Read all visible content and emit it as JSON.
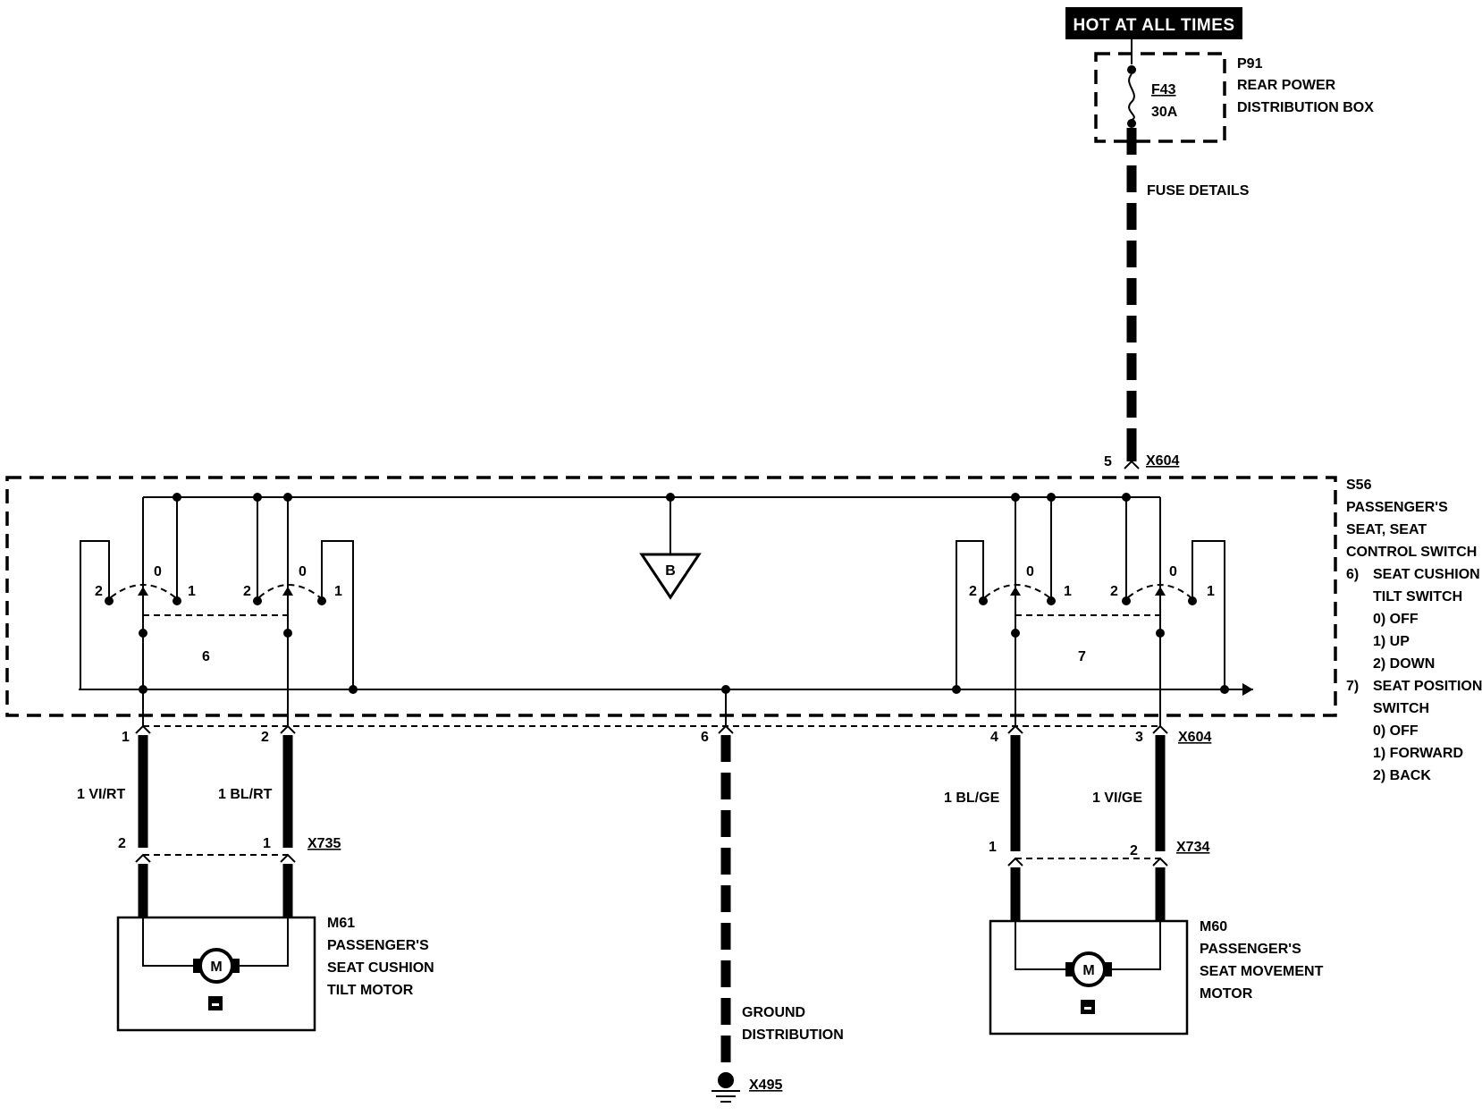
{
  "power": {
    "label": "HOT AT ALL TIMES",
    "fuse_box_id": "P91",
    "fuse_box_name_1": "REAR POWER",
    "fuse_box_name_2": "DISTRIBUTION BOX",
    "fuse_id": "F43",
    "fuse_rating": "30A",
    "fuse_details": "FUSE DETAILS"
  },
  "switch_unit": {
    "id": "S56",
    "name_lines": [
      "PASSENGER'S",
      "SEAT, SEAT",
      "CONTROL SWITCH"
    ],
    "legend": [
      {
        "num": "6)",
        "text": "SEAT CUSHION"
      },
      {
        "num": "",
        "text": "TILT SWITCH"
      },
      {
        "num": "",
        "text": "0) OFF"
      },
      {
        "num": "",
        "text": "1) UP"
      },
      {
        "num": "",
        "text": "2) DOWN"
      },
      {
        "num": "7)",
        "text": "SEAT POSITION"
      },
      {
        "num": "",
        "text": "SWITCH"
      },
      {
        "num": "",
        "text": "0) OFF"
      },
      {
        "num": "",
        "text": "1) FORWARD"
      },
      {
        "num": "",
        "text": "2) BACK"
      }
    ],
    "switch_left_num": "6",
    "switch_right_num": "7",
    "ground_symbol": "B",
    "pos_0": "0",
    "pos_1": "1",
    "pos_2": "2"
  },
  "connectors": {
    "x604": "X604",
    "x735": "X735",
    "x734": "X734",
    "x495": "X495",
    "pins": {
      "top_in": "5",
      "c1": "1",
      "c2": "2",
      "c6": "6",
      "c4": "4",
      "c3": "3",
      "m61_a": "2",
      "m61_b": "1",
      "m60_a": "1",
      "m60_b": "2"
    }
  },
  "wires": {
    "w1": "1 VI/RT",
    "w2": "1 BL/RT",
    "w3": "1 BL/GE",
    "w4": "1 VI/GE"
  },
  "motors": {
    "m61": {
      "id": "M61",
      "lines": [
        "PASSENGER'S",
        "SEAT CUSHION",
        "TILT MOTOR"
      ]
    },
    "m60": {
      "id": "M60",
      "lines": [
        "PASSENGER'S",
        "SEAT MOVEMENT",
        "MOTOR"
      ]
    },
    "symbol": "M"
  },
  "ground": {
    "lines": [
      "GROUND",
      "DISTRIBUTION"
    ]
  }
}
